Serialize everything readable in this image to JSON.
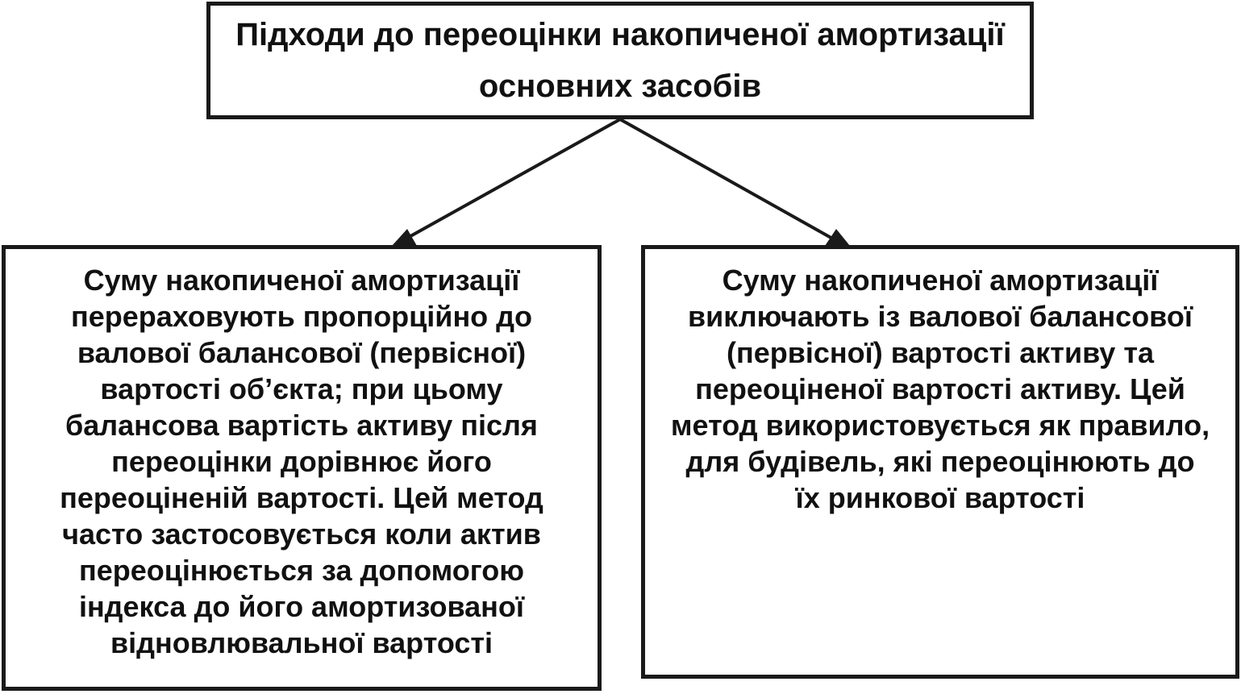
{
  "diagram": {
    "root": {
      "text": "Підходи до переоцінки накопиченої амортизації\nосновних засобів"
    },
    "left": {
      "text": "Суму накопиченої амортизації\nперераховують пропорційно до\nвалової балансової (первісної)\nвартості об’єкта; при цьому\nбалансова вартість активу після\nпереоцінки дорівнює його\nпереоціненій вартості. Цей метод\nчасто застосовується коли актив\nпереоцінюється за допомогою\nіндекса до його амортизованої\nвідновлювальної вартості"
    },
    "right": {
      "text": "Суму накопиченої амортизації\nвиключають із валової балансової\n(первісної) вартості активу та\nпереоціненої вартості активу. Цей\nметод використовується як правило,\nдля будівель, які переоцінюють до\nїх ринкової вартості"
    },
    "colors": {
      "stroke": "#1a1a1a",
      "background": "#ffffff"
    }
  }
}
